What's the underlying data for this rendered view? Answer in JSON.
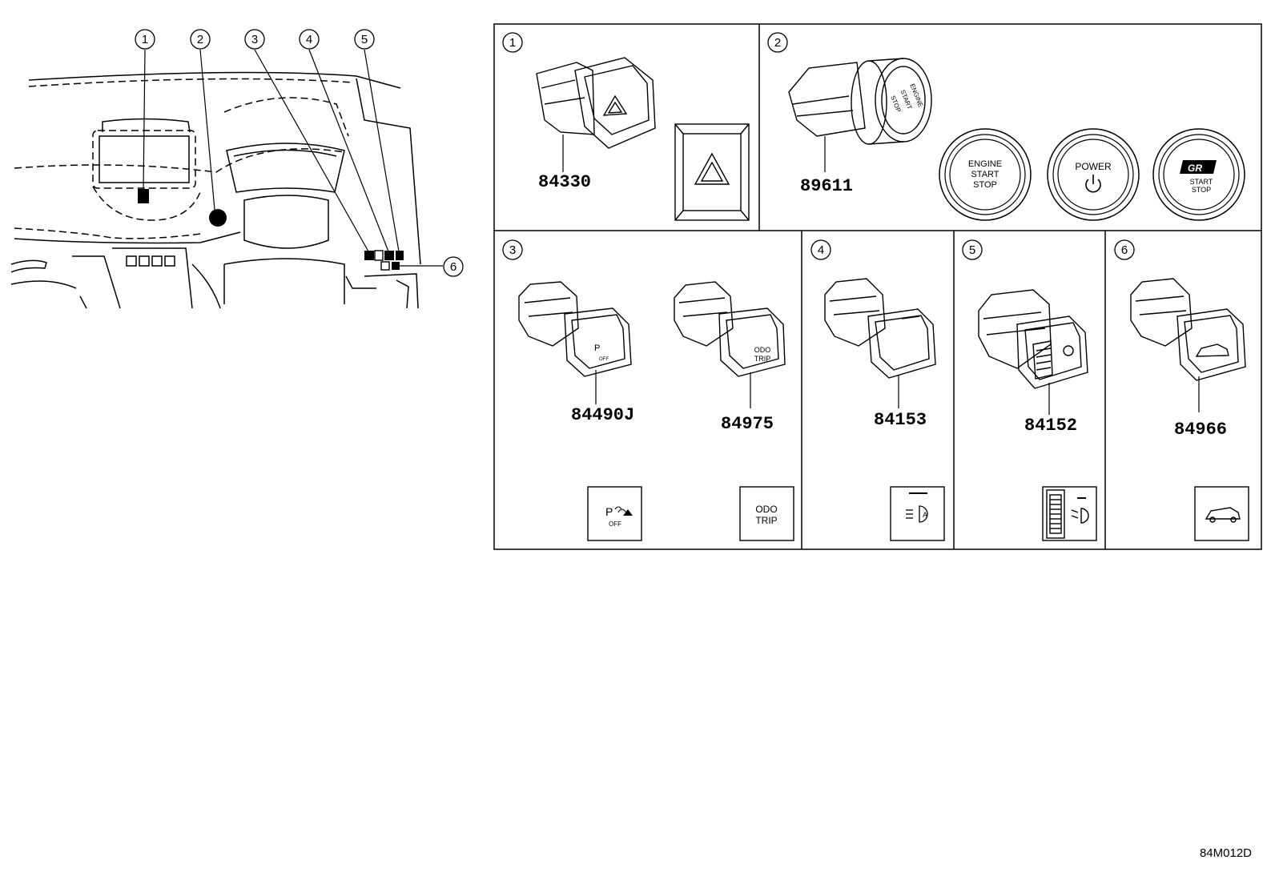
{
  "callouts": [
    "1",
    "2",
    "3",
    "4",
    "5",
    "6"
  ],
  "panels": [
    {
      "number": "1",
      "part": "84330"
    },
    {
      "number": "2",
      "part": "89611"
    },
    {
      "number": "3",
      "parts": [
        "84490J",
        "84975"
      ]
    },
    {
      "number": "4",
      "part": "84153"
    },
    {
      "number": "5",
      "part": "84152"
    },
    {
      "number": "6",
      "part": "84966"
    }
  ],
  "button_labels": {
    "engine_start_stop": [
      "ENGINE",
      "START",
      "STOP"
    ],
    "power": "POWER",
    "gr_start_stop": [
      "START",
      "STOP"
    ],
    "gr_logo": "GR"
  },
  "switch_labels": {
    "parking_sensor": {
      "main": "P",
      "sub": "OFF"
    },
    "odo_trip": [
      "ODO",
      "TRIP"
    ],
    "headlight_auto": "A"
  },
  "icons": [
    "hazard-triangle-icon",
    "power-symbol-icon",
    "parking-sensor-icon",
    "odo-trip-icon",
    "auto-headlight-icon",
    "headlight-leveling-icon",
    "suv-vehicle-icon"
  ],
  "diagram_code": "84M012D"
}
